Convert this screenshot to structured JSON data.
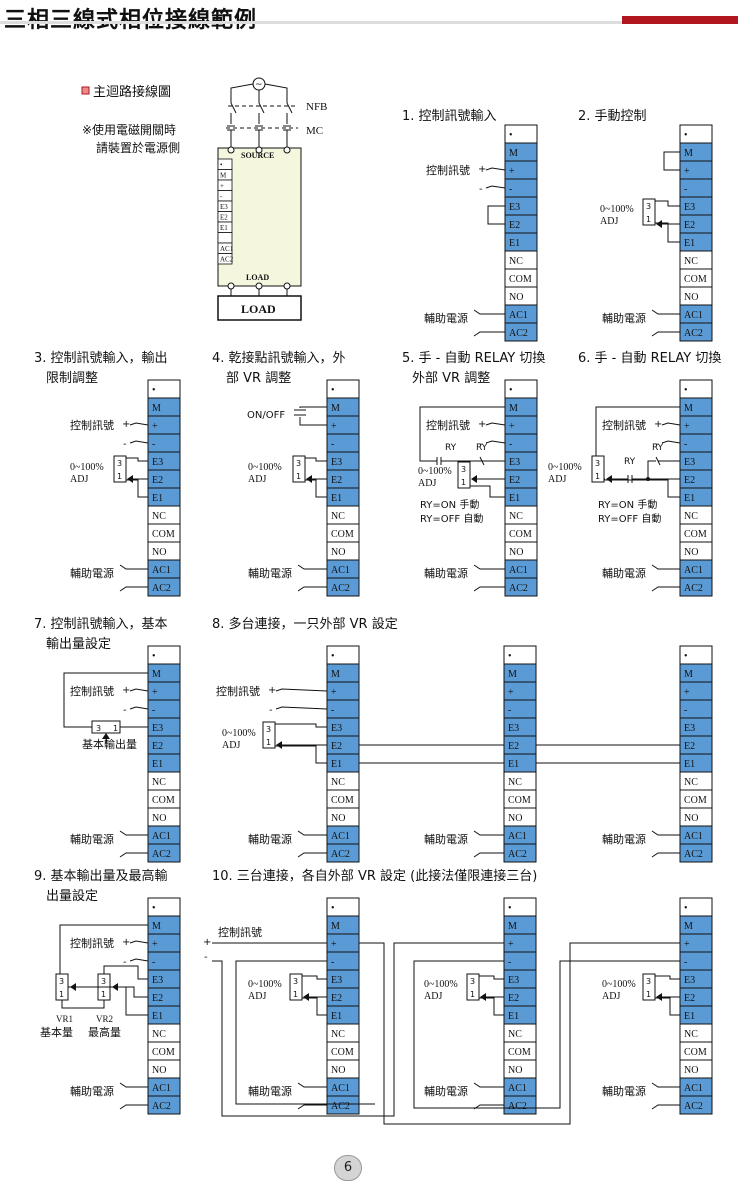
{
  "page": {
    "title": "三相三線式相位接線範例",
    "page_number": "6"
  },
  "terminals": [
    "•",
    "M",
    "+",
    "-",
    "E3",
    "E2",
    "E1",
    "NC",
    "COM",
    "NO",
    "AC1",
    "AC2"
  ],
  "main_circuit": {
    "heading": "主迴路接線圖",
    "note_line1": "※使用電磁開關時",
    "note_line2": "請裝置於電源側",
    "nfb": "NFB",
    "mc": "MC",
    "source": "SOURCE",
    "load_inner": "LOAD",
    "load_box": "LOAD",
    "terminals": [
      "•",
      "M",
      "+",
      "-",
      "E3",
      "E2",
      "E1",
      "",
      "AC1",
      "AC2"
    ]
  },
  "labels": {
    "ctrl_signal": "控制訊號",
    "aux_power": "輔助電源",
    "adj_range": "0~100%",
    "adj": "ADJ",
    "on_off": "ON/OFF",
    "base_output": "基本輸出量",
    "ry": "RY",
    "ry_on": "RY=ON  手動",
    "ry_off": "RY=OFF 自動",
    "vr1": "VR1",
    "vr2": "VR2",
    "base_amount": "基本量",
    "max_amount": "最高量",
    "pot_3": "3",
    "pot_1": "1",
    "plus": "+",
    "minus": "-"
  },
  "examples": {
    "ex1": "1. 控制訊號輸入",
    "ex2": "2. 手動控制",
    "ex3_l1": "3. 控制訊號輸入，輸出",
    "ex3_l2": "限制調整",
    "ex4_l1": "4. 乾接點訊號輸入，外",
    "ex4_l2": "部 VR 調整",
    "ex5_l1": "5. 手 - 自動 RELAY 切換",
    "ex5_l2": "外部 VR 調整",
    "ex6": "6. 手 - 自動 RELAY 切換",
    "ex7_l1": "7. 控制訊號輸入，基本",
    "ex7_l2": "輸出量設定",
    "ex8": "8. 多台連接，一只外部 VR 設定",
    "ex9_l1": "9. 基本輸出量及最高輸",
    "ex9_l2": "出量設定",
    "ex10": "10. 三台連接，各自外部 VR 設定 (此接法僅限連接三台)"
  },
  "colors": {
    "accent_red": "#b0161d",
    "terminal_blue": "#5b9bd5",
    "source_fill": "#f4f6dd"
  },
  "icons": {
    "ac_source": "ac-source-icon",
    "heading_marker": "square-bullet-icon",
    "potentiometer": "potentiometer-icon"
  }
}
